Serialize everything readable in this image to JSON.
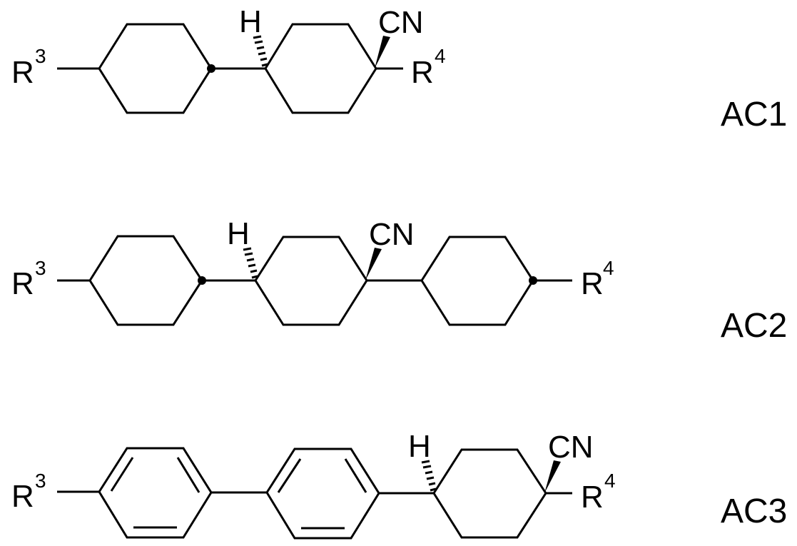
{
  "figure": {
    "background": "#ffffff",
    "line_color": "#000000",
    "compounds": [
      {
        "id_label": "AC1",
        "substituents": {
          "left": "R",
          "left_sup": "3",
          "right": "R",
          "right_sup": "4"
        },
        "stereo_labels": {
          "hydrogen": "H",
          "nitrile": "CN"
        },
        "rings": [
          "cyclohexane",
          "cyclohexane"
        ]
      },
      {
        "id_label": "AC2",
        "substituents": {
          "left": "R",
          "left_sup": "3",
          "right": "R",
          "right_sup": "4"
        },
        "stereo_labels": {
          "hydrogen": "H",
          "nitrile": "CN"
        },
        "rings": [
          "cyclohexane",
          "cyclohexane",
          "cyclohexane"
        ]
      },
      {
        "id_label": "AC3",
        "substituents": {
          "left": "R",
          "left_sup": "3",
          "right": "R",
          "right_sup": "4"
        },
        "stereo_labels": {
          "hydrogen": "H",
          "nitrile": "CN"
        },
        "rings": [
          "benzene",
          "benzene",
          "cyclohexane"
        ]
      }
    ]
  }
}
